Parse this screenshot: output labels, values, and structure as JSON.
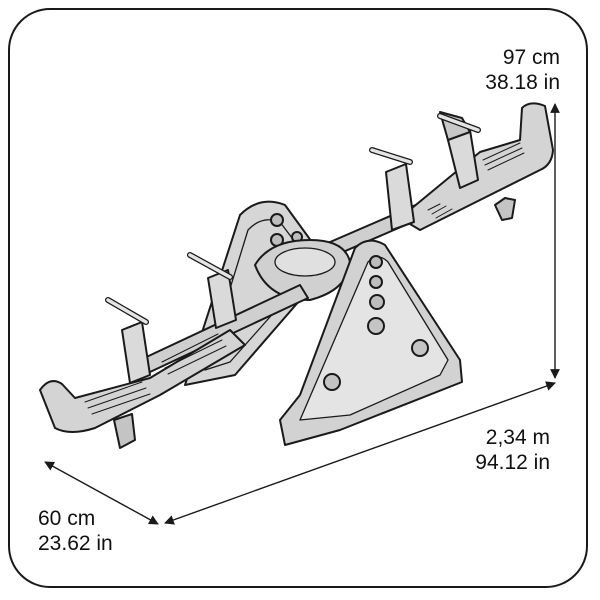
{
  "dimensions": {
    "height": {
      "metric": "97 cm",
      "imperial": "38.18 in"
    },
    "length": {
      "metric": "2,34 m",
      "imperial": "94.12 in"
    },
    "width": {
      "metric": "60 cm",
      "imperial": "23.62 in"
    }
  },
  "colors": {
    "line": "#1a1a1a",
    "body_fill": "#d2d2d2",
    "light_fill": "#e4e4e4",
    "background": "#ffffff"
  },
  "illustration": "seesaw-rocker-icon"
}
